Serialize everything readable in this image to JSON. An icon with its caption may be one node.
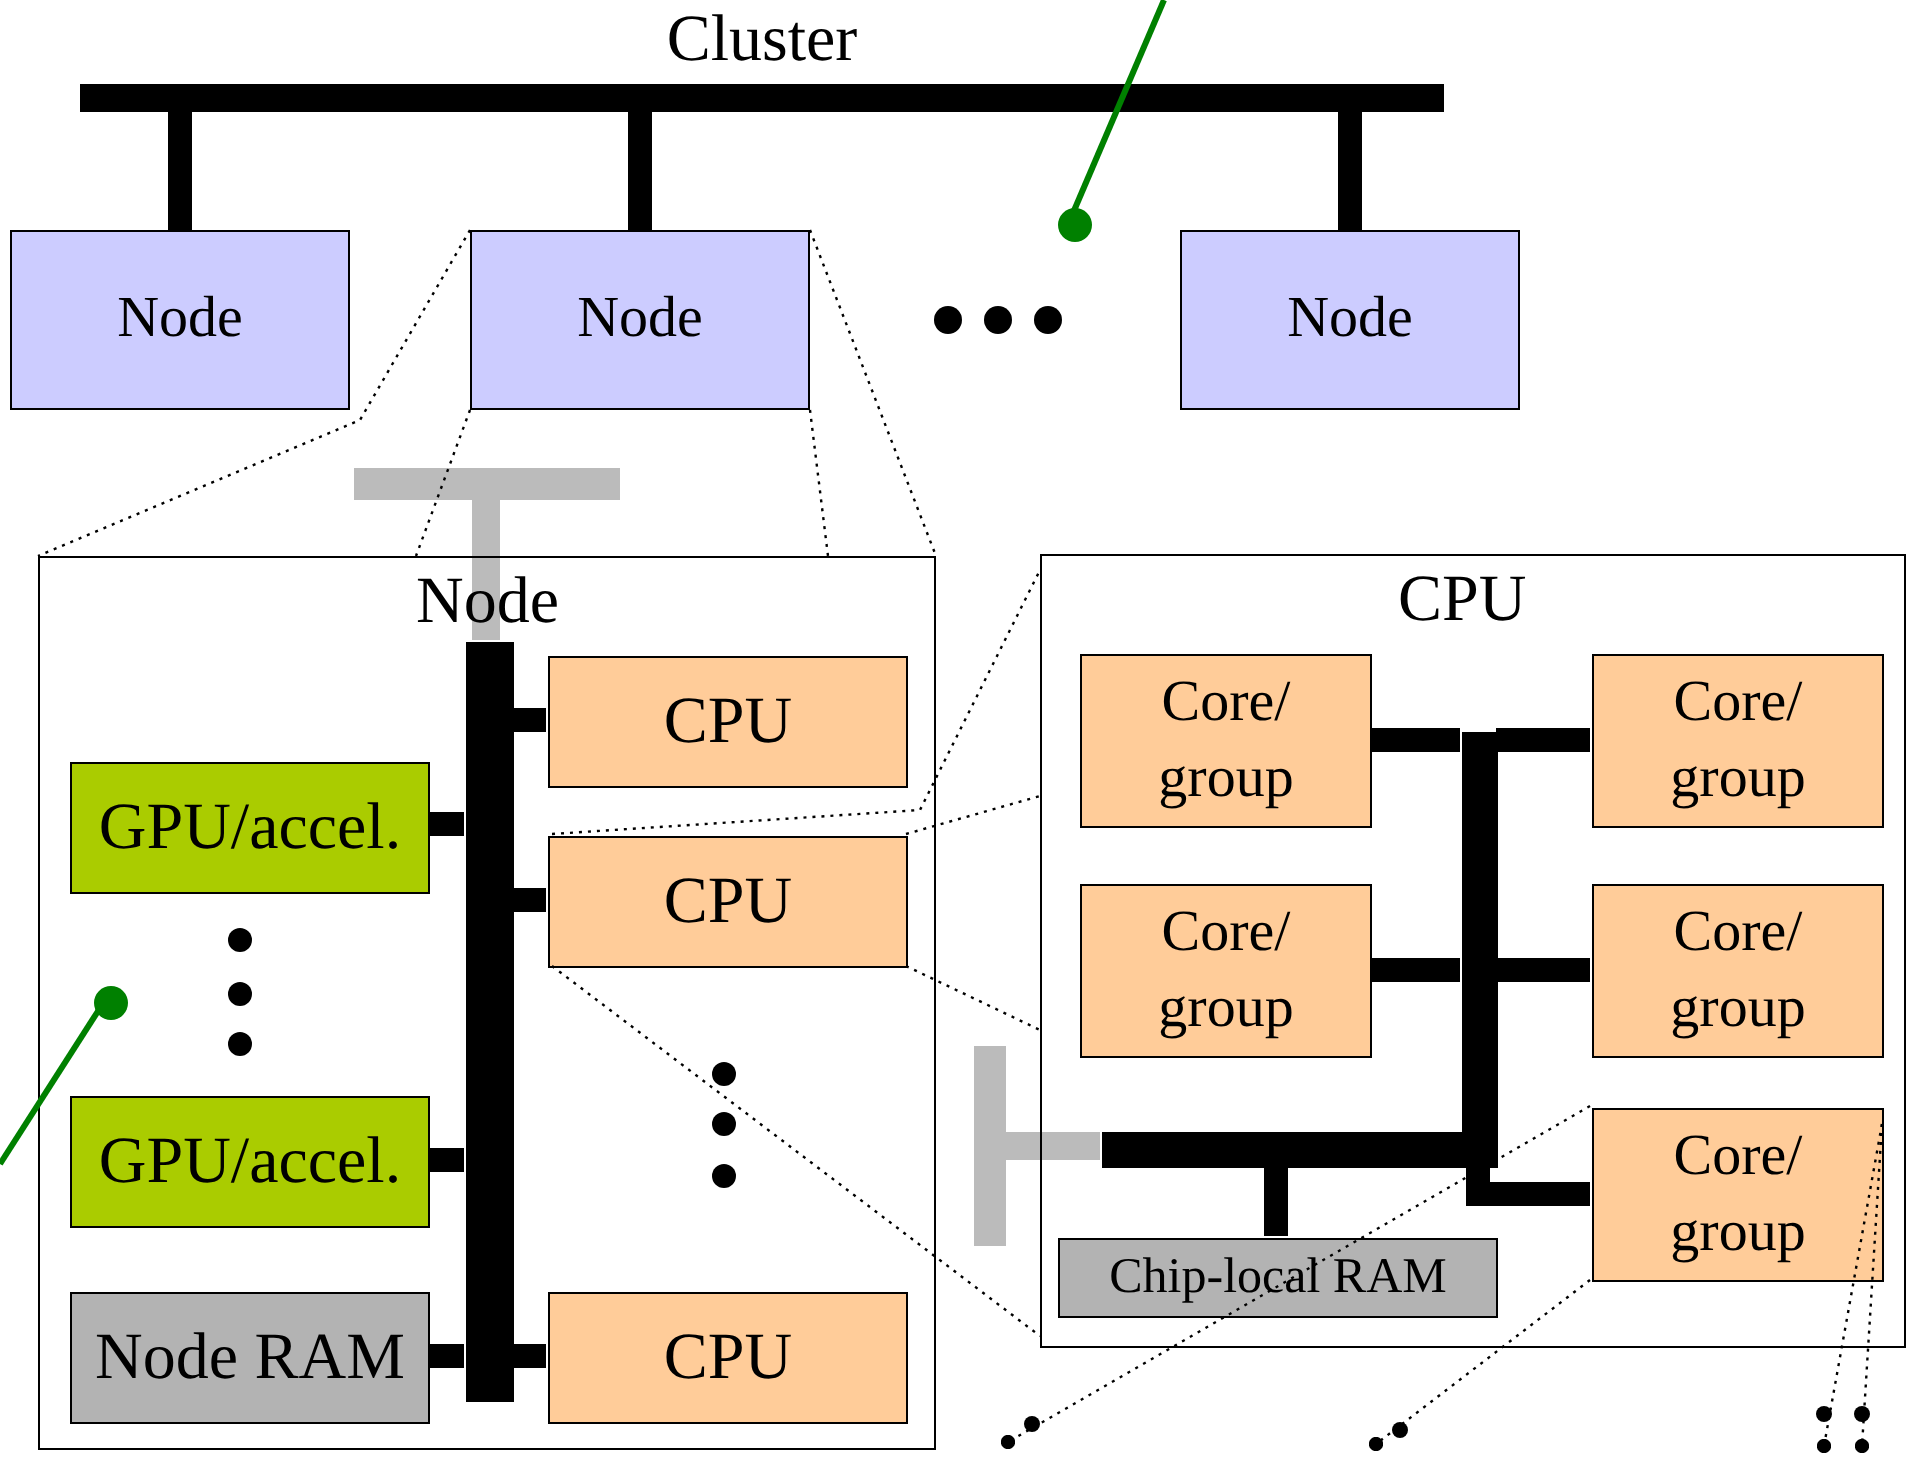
{
  "diagram": {
    "nodes": [
      {
        "text": [
          "Cluster"
        ]
      },
      {
        "text": [
          "Node"
        ]
      },
      {
        "text": [
          "Node"
        ]
      },
      {
        "text": [
          "Node"
        ]
      },
      {
        "text": [
          "Node"
        ]
      },
      {
        "text": [],
        "shape": "bar",
        "in": 4
      },
      {
        "text": [
          "CPU"
        ],
        "in": 4
      },
      {
        "text": [
          "CPU"
        ],
        "in": 4
      },
      {
        "text": [
          "CPU"
        ],
        "in": 4
      },
      {
        "text": [
          "GPU/accel."
        ],
        "in": 4
      },
      {
        "text": [
          "GPU/accel."
        ],
        "in": 4
      },
      {
        "text": [
          "Node RAM"
        ],
        "in": 4
      },
      {
        "text": [
          "CPU"
        ]
      },
      {
        "text": [],
        "shape": "bar",
        "in": 12
      },
      {
        "text": [
          "Core/ group"
        ],
        "in": 12
      },
      {
        "text": [
          "Core/ group"
        ],
        "in": 12
      },
      {
        "text": [
          "Core/ group"
        ],
        "in": 12
      },
      {
        "text": [
          "Core/ group"
        ],
        "in": 12
      },
      {
        "text": [
          "Core/ group"
        ],
        "in": 12
      },
      {
        "text": [
          "Chip-local RAM"
        ],
        "in": 12
      },
      {
        "text": [],
        "shape": "circle"
      },
      {
        "text": [],
        "shape": "circle",
        "in": 4
      }
    ],
    "edges": [
      {
        "from": 0,
        "to": 1,
        "arrow": "none"
      },
      {
        "from": 0,
        "to": 2,
        "arrow": "none"
      },
      {
        "from": 0,
        "to": 3,
        "arrow": "none"
      },
      {
        "from": 5,
        "to": 6,
        "arrow": "none"
      },
      {
        "from": 5,
        "to": 7,
        "arrow": "none"
      },
      {
        "from": 5,
        "to": 8,
        "arrow": "none"
      },
      {
        "from": 5,
        "to": 9,
        "arrow": "none"
      },
      {
        "from": 5,
        "to": 10,
        "arrow": "none"
      },
      {
        "from": 5,
        "to": 11,
        "arrow": "none"
      },
      {
        "from": 13,
        "to": 14,
        "arrow": "none"
      },
      {
        "from": 13,
        "to": 15,
        "arrow": "none"
      },
      {
        "from": 13,
        "to": 16,
        "arrow": "none"
      },
      {
        "from": 13,
        "to": 17,
        "arrow": "none"
      },
      {
        "from": 13,
        "to": 18,
        "arrow": "none"
      },
      {
        "from": 13,
        "to": 19,
        "arrow": "none"
      },
      {
        "from": 2,
        "to": 4,
        "arrow": "none",
        "style": "dashed"
      },
      {
        "from": 2,
        "to": 4,
        "arrow": "none",
        "style": "dashed"
      },
      {
        "from": 2,
        "to": 4,
        "arrow": "none",
        "style": "dashed"
      },
      {
        "from": 2,
        "to": 4,
        "arrow": "none",
        "style": "dashed"
      },
      {
        "from": 7,
        "to": 12,
        "arrow": "none",
        "style": "dashed"
      },
      {
        "from": 7,
        "to": 12,
        "arrow": "none",
        "style": "dashed"
      },
      {
        "from": 7,
        "to": 12,
        "arrow": "none",
        "style": "dashed"
      },
      {
        "from": 7,
        "to": 12,
        "arrow": "none",
        "style": "dashed"
      },
      {
        "from": 18,
        "to": null,
        "arrow": "other",
        "style": "dashed"
      },
      {
        "from": 18,
        "to": null,
        "arrow": "other",
        "style": "dashed"
      },
      {
        "from": 18,
        "to": null,
        "arrow": "other",
        "style": "dashed"
      },
      {
        "from": 18,
        "to": null,
        "arrow": "other",
        "style": "dashed"
      },
      {
        "from": null,
        "to": 20,
        "arrow": "none",
        "color": "#008000"
      },
      {
        "from": null,
        "to": 21,
        "arrow": "none",
        "color": "#008000"
      }
    ]
  }
}
